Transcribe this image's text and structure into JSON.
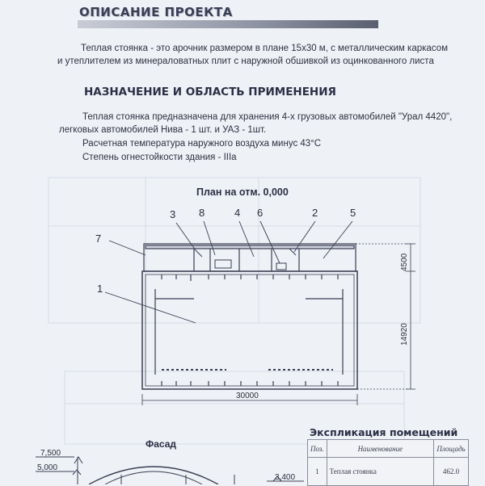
{
  "header": {
    "title": "ОПИСАНИЕ ПРОЕКТА"
  },
  "description": {
    "line1": "Теплая стоянка - это арочник размером в плане 15х30 м, с металлическим каркасом",
    "line2": "и утеплителем из минераловатных плит с наружной обшивкой из оцинкованного листа"
  },
  "purpose": {
    "title": "НАЗНАЧЕНИЕ И ОБЛАСТЬ ПРИМЕНЕНИЯ",
    "line1": "Теплая стоянка предназначена для хранения 4-х  грузовых автомобилей \"Урал 4420\",",
    "line2": "легковых автомобилей Нива - 1 шт. и УАЗ - 1шт.",
    "line3": "Расчетная температура наружного воздуха минус 43°С",
    "line4": "Степень огнестойкости здания - IIIа"
  },
  "plan": {
    "title": "План на отм. 0,000",
    "labels": {
      "n1": "1",
      "n2": "2",
      "n3": "3",
      "n4": "4",
      "n5": "5",
      "n6": "6",
      "n7": "7",
      "n8": "8"
    },
    "dim_width": "30000",
    "dim_depth": "14920",
    "dim_annex": "4500"
  },
  "facade": {
    "title": "Фасад",
    "elev_top": "7,500",
    "elev_mid": "5,000",
    "elev_side": "3,400"
  },
  "explication": {
    "title": "Экспликация помещений",
    "headers": {
      "num": "Поз.",
      "name": "Наименование",
      "area": "Площадь"
    },
    "rows": [
      {
        "num": "1",
        "name": "Теплая стоянка",
        "area": "462.0"
      }
    ]
  }
}
